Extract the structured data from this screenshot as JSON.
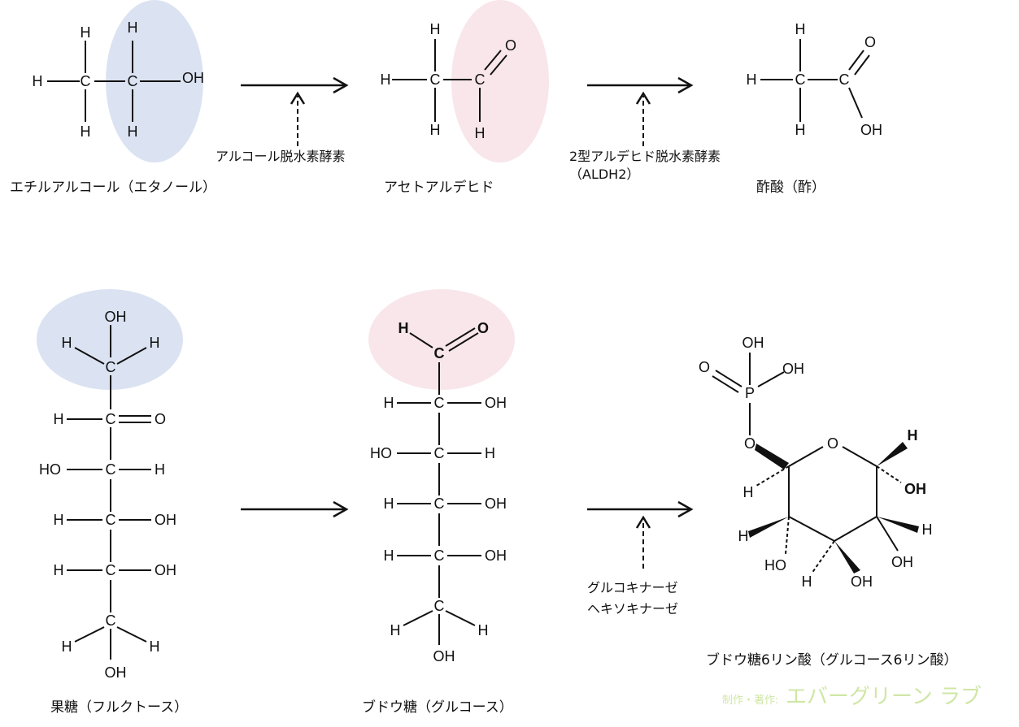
{
  "colors": {
    "blue_highlight": "#dbe3f2",
    "pink_highlight": "#f8e6ea",
    "watermark": "#cfe7a6"
  },
  "labels": {
    "ethanol": "エチルアルコール（エタノール）",
    "acetaldehyde": "アセトアルデヒド",
    "acetic_acid": "酢酸（酢）",
    "fructose": "果糖（フルクトース）",
    "glucose": "ブドウ糖（グルコース）",
    "g6p": "ブドウ糖6リン酸（グルコース6リン酸）"
  },
  "enzymes": {
    "adh": "アルコール脱水素酵素",
    "aldh_line1": "2型アルデヒド脱水素酵素",
    "aldh_line2": "（ALDH2）",
    "gk_line1": "グルコキナーゼ",
    "gk_line2": "ヘキソキナーゼ"
  },
  "watermark": {
    "small": "制作・著作:",
    "large": "エバーグリーン ラブ"
  },
  "atoms": {
    "H": "H",
    "C": "C",
    "O": "O",
    "OH": "OH",
    "HO": "HO",
    "P": "P"
  }
}
